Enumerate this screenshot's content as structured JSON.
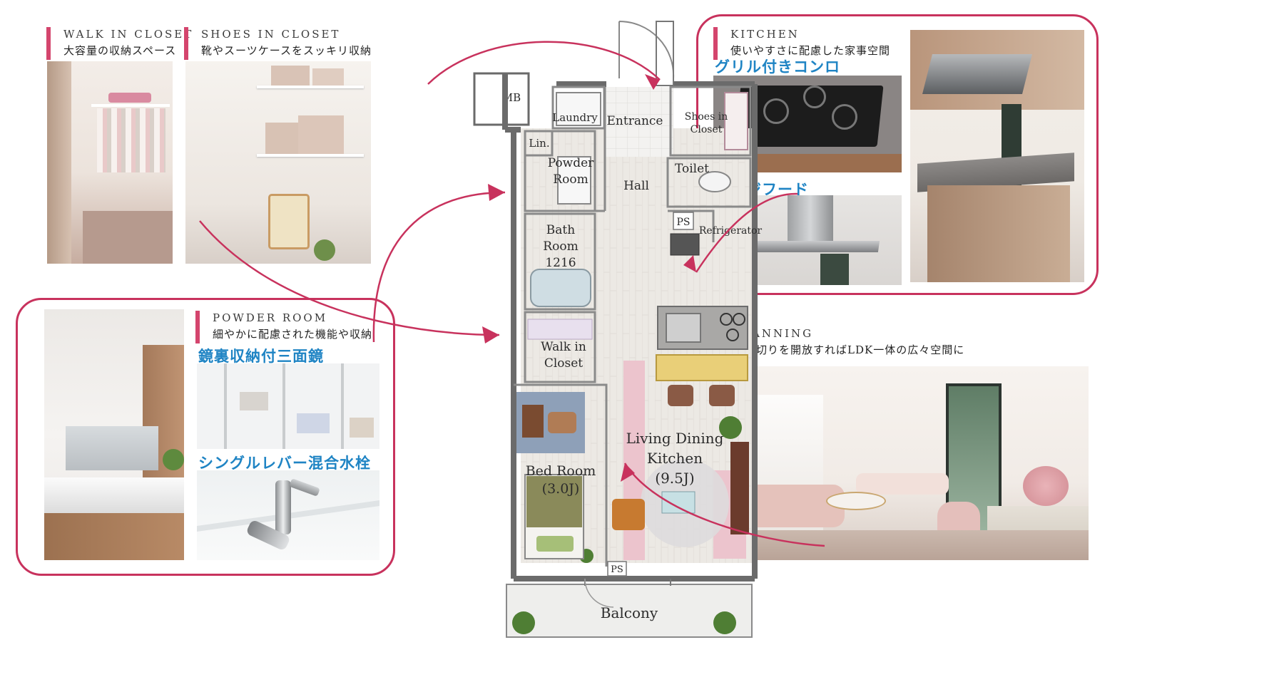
{
  "walk_in_closet": {
    "title": "WALK IN CLOSET",
    "subtitle": "大容量の収納スペース"
  },
  "shoes_in_closet": {
    "title": "SHOES IN CLOSET",
    "subtitle": "靴やスーツケースをスッキリ収納"
  },
  "kitchen": {
    "title": "KITCHEN",
    "subtitle": "使いやすさに配慮した家事空間",
    "features": [
      "グリル付きコンロ",
      "レンジフード"
    ]
  },
  "powder_room": {
    "title": "POWDER ROOM",
    "subtitle": "細やかに配慮された機能や収納",
    "features": [
      "鏡裏収納付三面鏡",
      "シングルレバー混合水栓"
    ]
  },
  "planning": {
    "title": "PLANNING",
    "subtitle": "間仕切りを開放すればLDK一体の広々空間に"
  },
  "floor_plan": {
    "mb": "MB",
    "laundry": "Laundry",
    "entrance": "Entrance",
    "shoes_closet": [
      "Shoes in",
      "Closet"
    ],
    "lin": "Lin.",
    "powder_room": [
      "Powder",
      "Room"
    ],
    "hall": "Hall",
    "toilet": "Toilet",
    "ps_top": "PS",
    "refrigerator": "Refrigerator",
    "bath_room": [
      "Bath",
      "Room",
      "1216"
    ],
    "walk_in_closet": [
      "Walk in",
      "Closet"
    ],
    "bed_room": [
      "Bed Room",
      "(3.0J)"
    ],
    "ldk": [
      "Living Dining",
      "Kitchen",
      "(9.5J)"
    ],
    "ps_bottom": "PS",
    "balcony": "Balcony"
  },
  "colors": {
    "accent": "#d4456d",
    "feature_text": "#1f84c4",
    "box_border": "#c8325d"
  }
}
